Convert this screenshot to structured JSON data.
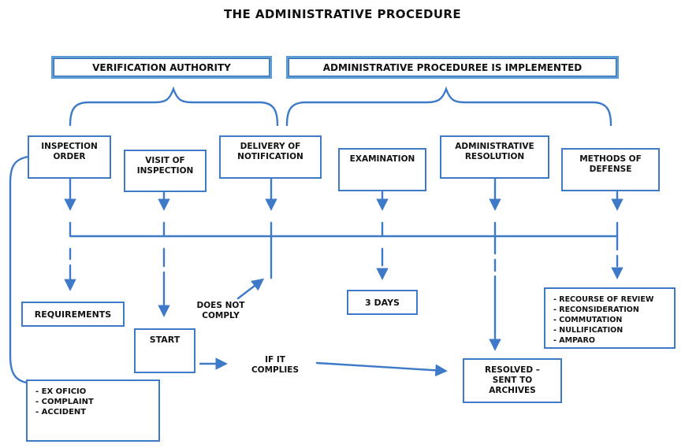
{
  "title": "THE ADMINISTRATIVE PROCEDURE",
  "headers": {
    "verification_authority": "VERIFICATION AUTHORITY",
    "procedure_implemented": "ADMINISTRATIVE PROCEDUREE IS IMPLEMENTED"
  },
  "stage_boxes": {
    "inspection_order": "INSPECTION\nORDER",
    "visit_of_inspection": "VISIT OF\nINSPECTION",
    "delivery_of_notification": "DELIVERY OF\nNOTIFICATION",
    "examination": "EXAMINATION",
    "administrative_resolution": "ADMINISTRATIVE\nRESOLUTION",
    "methods_of_defense": "METHODS OF\nDEFENSE"
  },
  "flow_boxes": {
    "requirements": "REQUIREMENTS",
    "start": "START",
    "three_days": "3 DAYS",
    "resolved": "RESOLVED –\nSENT TO\nARCHIVES"
  },
  "labels": {
    "does_not_comply": "DOES NOT\nCOMPLY",
    "if_it_complies": "IF IT\nCOMPLIES"
  },
  "defense_options": [
    "- RECOURSE OF REVIEW",
    "- RECONSIDERATION",
    "- COMMUTATION",
    "- NULLIFICATION",
    "- AMPARO"
  ],
  "initiation_types": [
    "- EX OFICIO",
    "- COMPLAINT",
    "- ACCIDENT"
  ],
  "colors": {
    "line_blue": "#3e7ac8",
    "header_border_blue": "#5b9bd5",
    "text": "#111111"
  }
}
